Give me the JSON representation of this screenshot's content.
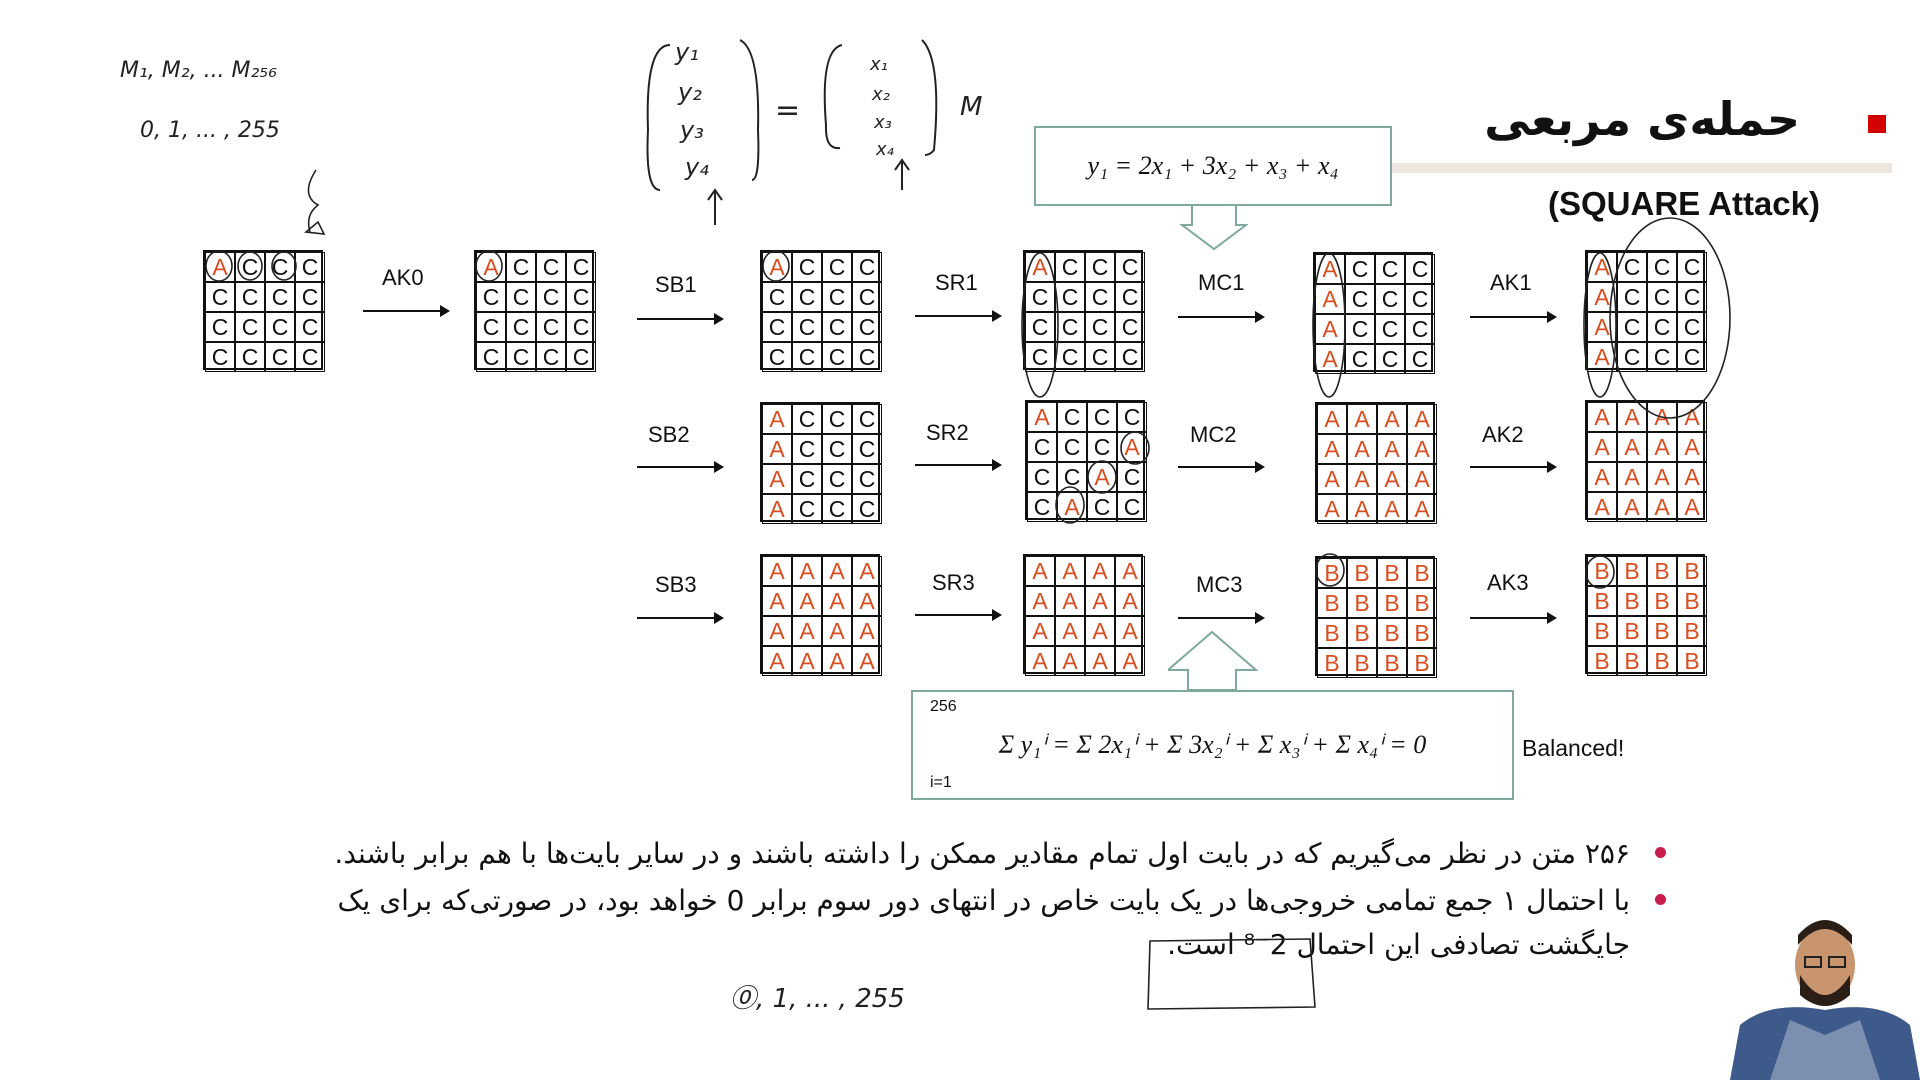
{
  "slide": {
    "title": "حمله‌ی مربعی",
    "subtitle": "(SQUARE Attack)",
    "equation_top": "y₁ = 2x₁ + 3x₂ + x₃ + x₄",
    "equation_bottom": "Σ y₁ⁱ = Σ 2x₁ⁱ + Σ 3x₂ⁱ + Σ x₃ⁱ + Σ x₄ⁱ = 0",
    "sum_upper": "256",
    "sum_lower": "i=1",
    "balanced_label": "Balanced!",
    "bullets": [
      "۲۵۶ متن در نظر می‌گیریم که در بایت اول تمام مقادیر ممکن را داشته باشند و در سایر بایت‌ها با هم برابر باشند.",
      "با احتمال ۱ جمع تمامی خروجی‌ها در یک بایت خاص در انتهای دور سوم برابر 0 خواهد بود، در صورتی‌که برای یک جایگشت تصادفی این احتمال 2⁻⁸ است."
    ],
    "handwritten": {
      "note1": "M₁, M₂, ... M₂₅₆",
      "note2": "0, 1, ... , 255",
      "note3": "⓪, 1, ... , 255"
    },
    "colors": {
      "accent": "#d40000",
      "cell_letter_active": "#d94d1f",
      "box_border": "#7fa99b",
      "bullet": "#c81d4a"
    }
  },
  "diagram": {
    "ops": [
      "AK0",
      "SB1",
      "SR1",
      "MC1",
      "AK1",
      "SB2",
      "SR2",
      "MC2",
      "AK2",
      "SB3",
      "SR3",
      "MC3",
      "AK3"
    ],
    "states": {
      "s0": [
        "A",
        "C",
        "C",
        "C",
        "C",
        "C",
        "C",
        "C",
        "C",
        "C",
        "C",
        "C",
        "C",
        "C",
        "C",
        "C"
      ],
      "s1": [
        "A",
        "C",
        "C",
        "C",
        "C",
        "C",
        "C",
        "C",
        "C",
        "C",
        "C",
        "C",
        "C",
        "C",
        "C",
        "C"
      ],
      "s2": [
        "A",
        "C",
        "C",
        "C",
        "C",
        "C",
        "C",
        "C",
        "C",
        "C",
        "C",
        "C",
        "C",
        "C",
        "C",
        "C"
      ],
      "s3": [
        "A",
        "C",
        "C",
        "C",
        "C",
        "C",
        "C",
        "C",
        "C",
        "C",
        "C",
        "C",
        "C",
        "C",
        "C",
        "C"
      ],
      "s4": [
        "A",
        "C",
        "C",
        "C",
        "A",
        "C",
        "C",
        "C",
        "A",
        "C",
        "C",
        "C",
        "A",
        "C",
        "C",
        "C"
      ],
      "s5": [
        "A",
        "C",
        "C",
        "C",
        "A",
        "C",
        "C",
        "C",
        "A",
        "C",
        "C",
        "C",
        "A",
        "C",
        "C",
        "C"
      ],
      "r2_sb": [
        "A",
        "C",
        "C",
        "C",
        "A",
        "C",
        "C",
        "C",
        "A",
        "C",
        "C",
        "C",
        "A",
        "C",
        "C",
        "C"
      ],
      "r2_sr": [
        "A",
        "C",
        "C",
        "C",
        "C",
        "C",
        "C",
        "A",
        "C",
        "C",
        "A",
        "C",
        "C",
        "A",
        "C",
        "C"
      ],
      "r2_mc": [
        "A",
        "A",
        "A",
        "A",
        "A",
        "A",
        "A",
        "A",
        "A",
        "A",
        "A",
        "A",
        "A",
        "A",
        "A",
        "A"
      ],
      "r2_ak": [
        "A",
        "A",
        "A",
        "A",
        "A",
        "A",
        "A",
        "A",
        "A",
        "A",
        "A",
        "A",
        "A",
        "A",
        "A",
        "A"
      ],
      "r3_sb": [
        "A",
        "A",
        "A",
        "A",
        "A",
        "A",
        "A",
        "A",
        "A",
        "A",
        "A",
        "A",
        "A",
        "A",
        "A",
        "A"
      ],
      "r3_sr": [
        "A",
        "A",
        "A",
        "A",
        "A",
        "A",
        "A",
        "A",
        "A",
        "A",
        "A",
        "A",
        "A",
        "A",
        "A",
        "A"
      ],
      "r3_mc": [
        "B",
        "B",
        "B",
        "B",
        "B",
        "B",
        "B",
        "B",
        "B",
        "B",
        "B",
        "B",
        "B",
        "B",
        "B",
        "B"
      ],
      "r3_ak": [
        "B",
        "B",
        "B",
        "B",
        "B",
        "B",
        "B",
        "B",
        "B",
        "B",
        "B",
        "B",
        "B",
        "B",
        "B",
        "B"
      ]
    }
  }
}
